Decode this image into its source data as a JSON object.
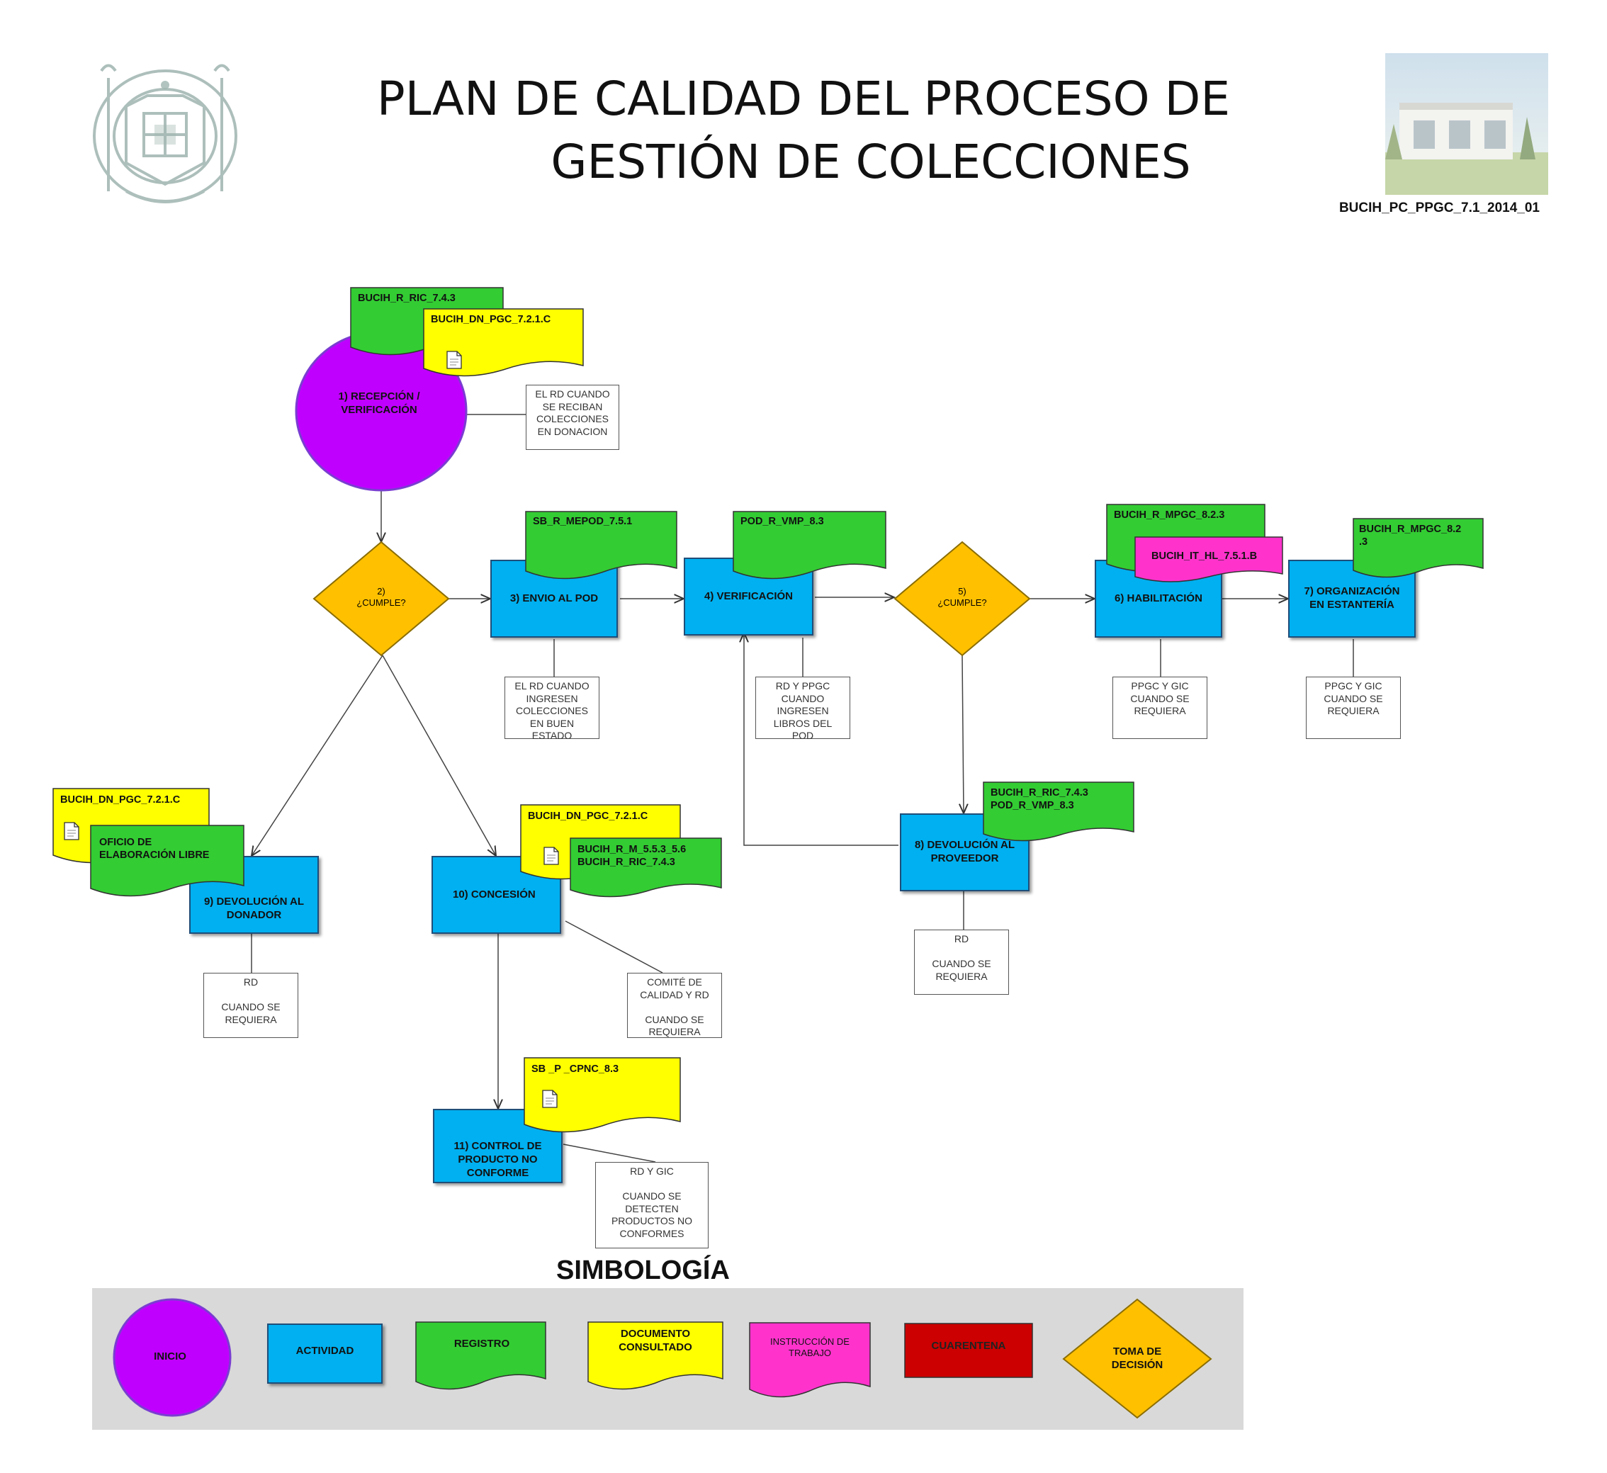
{
  "header": {
    "title_line1": "PLAN DE CALIDAD DEL PROCESO DE",
    "title_line2": "GESTIÓN DE COLECCIONES",
    "code": "BUCIH_PC_PPGC_7.1_2014_01"
  },
  "colors": {
    "inicio": "#c000ff",
    "actividad": "#00b0f0",
    "registro": "#33cc33",
    "documento": "#ffff00",
    "instruccion": "#ff33cc",
    "cuarentena": "#cc0000",
    "decision": "#ffc000",
    "legend_bg": "#d9d9d9"
  },
  "nodes": {
    "n1": "1) RECEPCIÓN  /\nVERIFICACIÓN",
    "n2": "2)\n¿CUMPLE?",
    "n3": "3) ENVIO AL POD",
    "n4": "4) VERIFICACIÓN",
    "n5": "5)\n¿CUMPLE?",
    "n6": "6) HABILITACIÓN",
    "n7": "7) ORGANIZACIÓN\nEN ESTANTERÍA",
    "n8": "8) DEVOLUCIÓN AL\nPROVEEDOR",
    "n9": "9) DEVOLUCIÓN AL\nDONADOR",
    "n10": "10) CONCESIÓN",
    "n11": "11) CONTROL DE\nPRODUCTO NO\nCONFORME"
  },
  "tags": {
    "t1a": "BUCIH_R_RIC_7.4.3",
    "t1b": "BUCIH_DN_PGC_7.2.1.C",
    "t3": "SB_R_MEPOD_7.5.1",
    "t4": "POD_R_VMP_8.3",
    "t6a": "BUCIH_R_MPGC_8.2.3",
    "t6b": "BUCIH_IT_HL_7.5.1.B",
    "t7": "BUCIH_R_MPGC_8.2\n.3",
    "t8": "BUCIH_R_RIC_7.4.3\nPOD_R_VMP_8.3",
    "t9a": "BUCIH_DN_PGC_7.2.1.C",
    "t9b": "OFICIO DE\nELABORACIÓN LIBRE",
    "t10a": "BUCIH_DN_PGC_7.2.1.C",
    "t10b": "BUCIH_R_M_5.5.3_5.6\nBUCIH_R_RIC_7.4.3",
    "t11": "SB _P _CPNC_8.3"
  },
  "notes": {
    "note1": "EL RD CUANDO\nSE RECIBAN\nCOLECCIONES\nEN DONACION",
    "note3": "EL RD CUANDO\nINGRESEN\nCOLECCIONES\nEN BUEN\nESTADO",
    "note4": "RD Y PPGC\nCUANDO\nINGRESEN\nLIBROS DEL\nPOD",
    "note6": "PPGC Y GIC\nCUANDO SE\nREQUIERA",
    "note7": "PPGC Y GIC\nCUANDO SE\nREQUIERA",
    "note8": "RD\n\nCUANDO SE\nREQUIERA",
    "note9": "RD\n\nCUANDO SE\nREQUIERA",
    "note10": "COMITÉ DE\nCALIDAD Y RD\n\nCUANDO SE\nREQUIERA",
    "note11": "RD Y GIC\n\nCUANDO SE\nDETECTEN\nPRODUCTOS NO\nCONFORMES"
  },
  "legend": {
    "title": "SIMBOLOGÍA",
    "inicio": "INICIO",
    "actividad": "ACTIVIDAD",
    "registro": "REGISTRO",
    "documento": "DOCUMENTO\nCONSULTADO",
    "instruccion": "INSTRUCCIÓN  DE\nTRABAJO",
    "cuarentena": "CUARENTENA",
    "decision": "TOMA DE\nDECISIÓN"
  },
  "icons": {
    "seal": "university-seal-logo",
    "photo": "library-building-photo",
    "doc": "document-icon"
  }
}
